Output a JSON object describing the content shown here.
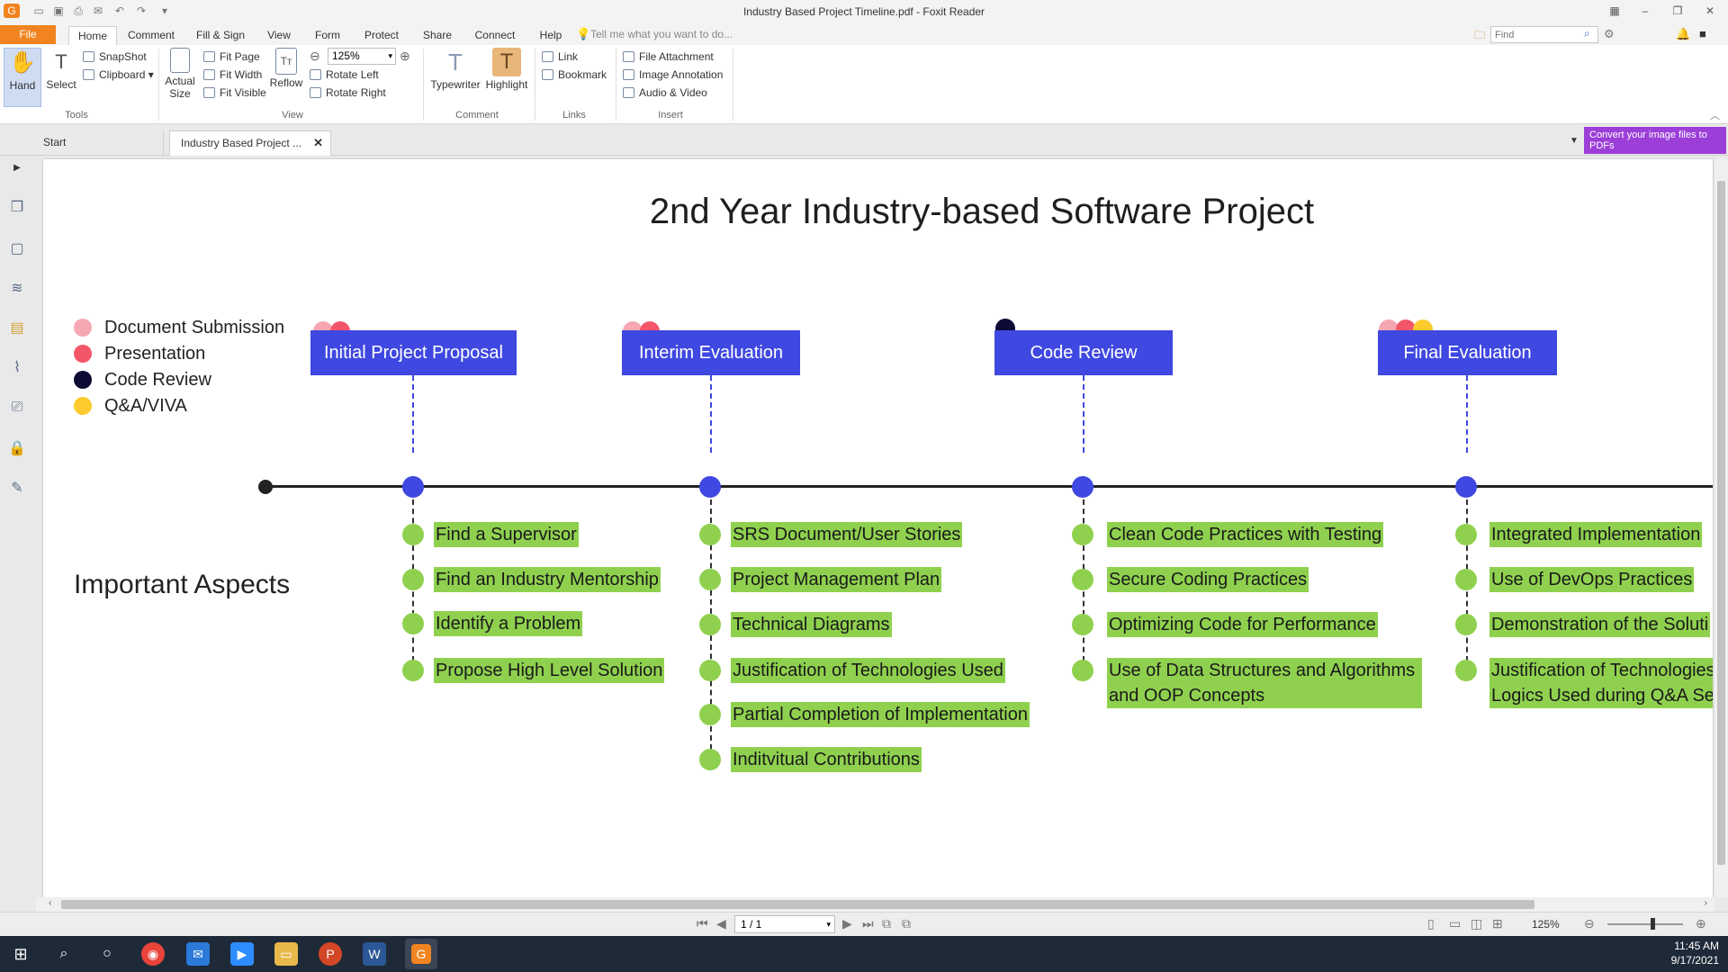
{
  "window": {
    "title": "Industry Based Project Timeline.pdf - Foxit Reader"
  },
  "ribbon_tabs": [
    "File",
    "Home",
    "Comment",
    "Fill & Sign",
    "View",
    "Form",
    "Protect",
    "Share",
    "Connect",
    "Help"
  ],
  "tell_me": "Tell me what you want to do...",
  "find_placeholder": "Find",
  "ribbon": {
    "tools": {
      "hand": "Hand",
      "select": "Select",
      "snapshot": "SnapShot",
      "clipboard": "Clipboard",
      "label": "Tools"
    },
    "view": {
      "actual_size": "Actual Size",
      "fit_page": "Fit Page",
      "fit_width": "Fit Width",
      "fit_visible": "Fit Visible",
      "reflow": "Reflow",
      "zoom": "125%",
      "rotate_left": "Rotate Left",
      "rotate_right": "Rotate Right",
      "label": "View"
    },
    "comment": {
      "typewriter": "Typewriter",
      "highlight": "Highlight",
      "label": "Comment"
    },
    "links": {
      "link": "Link",
      "bookmark": "Bookmark",
      "label": "Links"
    },
    "insert": {
      "file_attachment": "File Attachment",
      "image_annotation": "Image Annotation",
      "audio_video": "Audio & Video",
      "label": "Insert"
    }
  },
  "doc_tabs": {
    "start": "Start",
    "active": "Industry Based Project ..."
  },
  "convert_banner": "Convert your image files to PDFs",
  "document": {
    "title": "2nd Year Industry-based Software Project",
    "legend": [
      {
        "label": "Document Submission",
        "color": "#f6a7b2"
      },
      {
        "label": "Presentation",
        "color": "#f35669"
      },
      {
        "label": "Code Review",
        "color": "#0d0b35"
      },
      {
        "label": "Q&A/VIVA",
        "color": "#fdcb2e"
      }
    ],
    "aspects_label": "Important Aspects",
    "milestones": [
      {
        "title": "Initial Project Proposal",
        "markers": [
          "#f6a7b2",
          "#f35669"
        ],
        "tasks": [
          "Find a Supervisor",
          "Find an Industry Mentorship",
          "Identify a Problem",
          "Propose High Level Solution"
        ]
      },
      {
        "title": "Interim Evaluation",
        "markers": [
          "#f6a7b2",
          "#f35669"
        ],
        "tasks": [
          "SRS Document/User Stories",
          "Project Management Plan",
          "Technical Diagrams",
          "Justification of Technologies Used",
          "Partial Completion of Implementation",
          "Inditvitual Contributions"
        ]
      },
      {
        "title": "Code Review",
        "markers": [
          "#0d0b35"
        ],
        "tasks": [
          "Clean Code Practices with Testing",
          "Secure Coding Practices",
          "Optimizing Code for Performance",
          "Use of Data Structures and Algorithms and OOP Concepts"
        ]
      },
      {
        "title": "Final Evaluation",
        "markers": [
          "#f6a7b2",
          "#f35669",
          "#fdcb2e"
        ],
        "tasks": [
          "Integrated Implementation",
          "Use of DevOps Practices",
          "Demonstration of the Soluti",
          "Justification of Technologies Logics Used during Q&A Ses"
        ]
      }
    ]
  },
  "status": {
    "page": "1 / 1",
    "zoom": "125%"
  },
  "clock": {
    "time": "11:45 AM",
    "date": "9/17/2021"
  }
}
